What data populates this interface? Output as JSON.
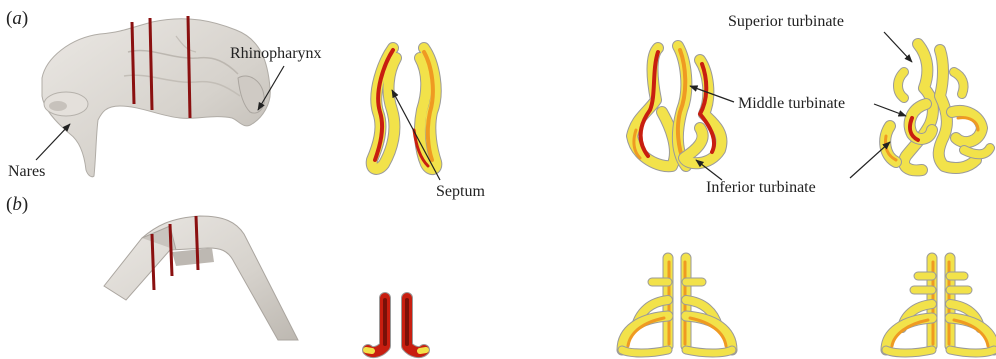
{
  "panels": {
    "a": {
      "label_open": "(",
      "label_letter": "a",
      "label_close": ")"
    },
    "b": {
      "label_open": "(",
      "label_letter": "b",
      "label_close": ")"
    }
  },
  "annotations": {
    "rhinopharynx": "Rhinopharynx",
    "nares": "Nares",
    "septum": "Septum",
    "superior_turbinate": "Superior turbinate",
    "middle_turbinate": "Middle turbinate",
    "inferior_turbinate": "Inferior turbinate"
  },
  "colors": {
    "geometry_gray": "#d8d4cf",
    "geometry_edge": "#a8a49f",
    "cut_plane": "#8a1010",
    "wall_outline": "#9a9a9a",
    "field_core": "#f2e24a",
    "field_mid": "#ef9a22",
    "field_hot": "#c81e10",
    "field_edge": "#e9e9c8",
    "arrow": "#222222"
  }
}
